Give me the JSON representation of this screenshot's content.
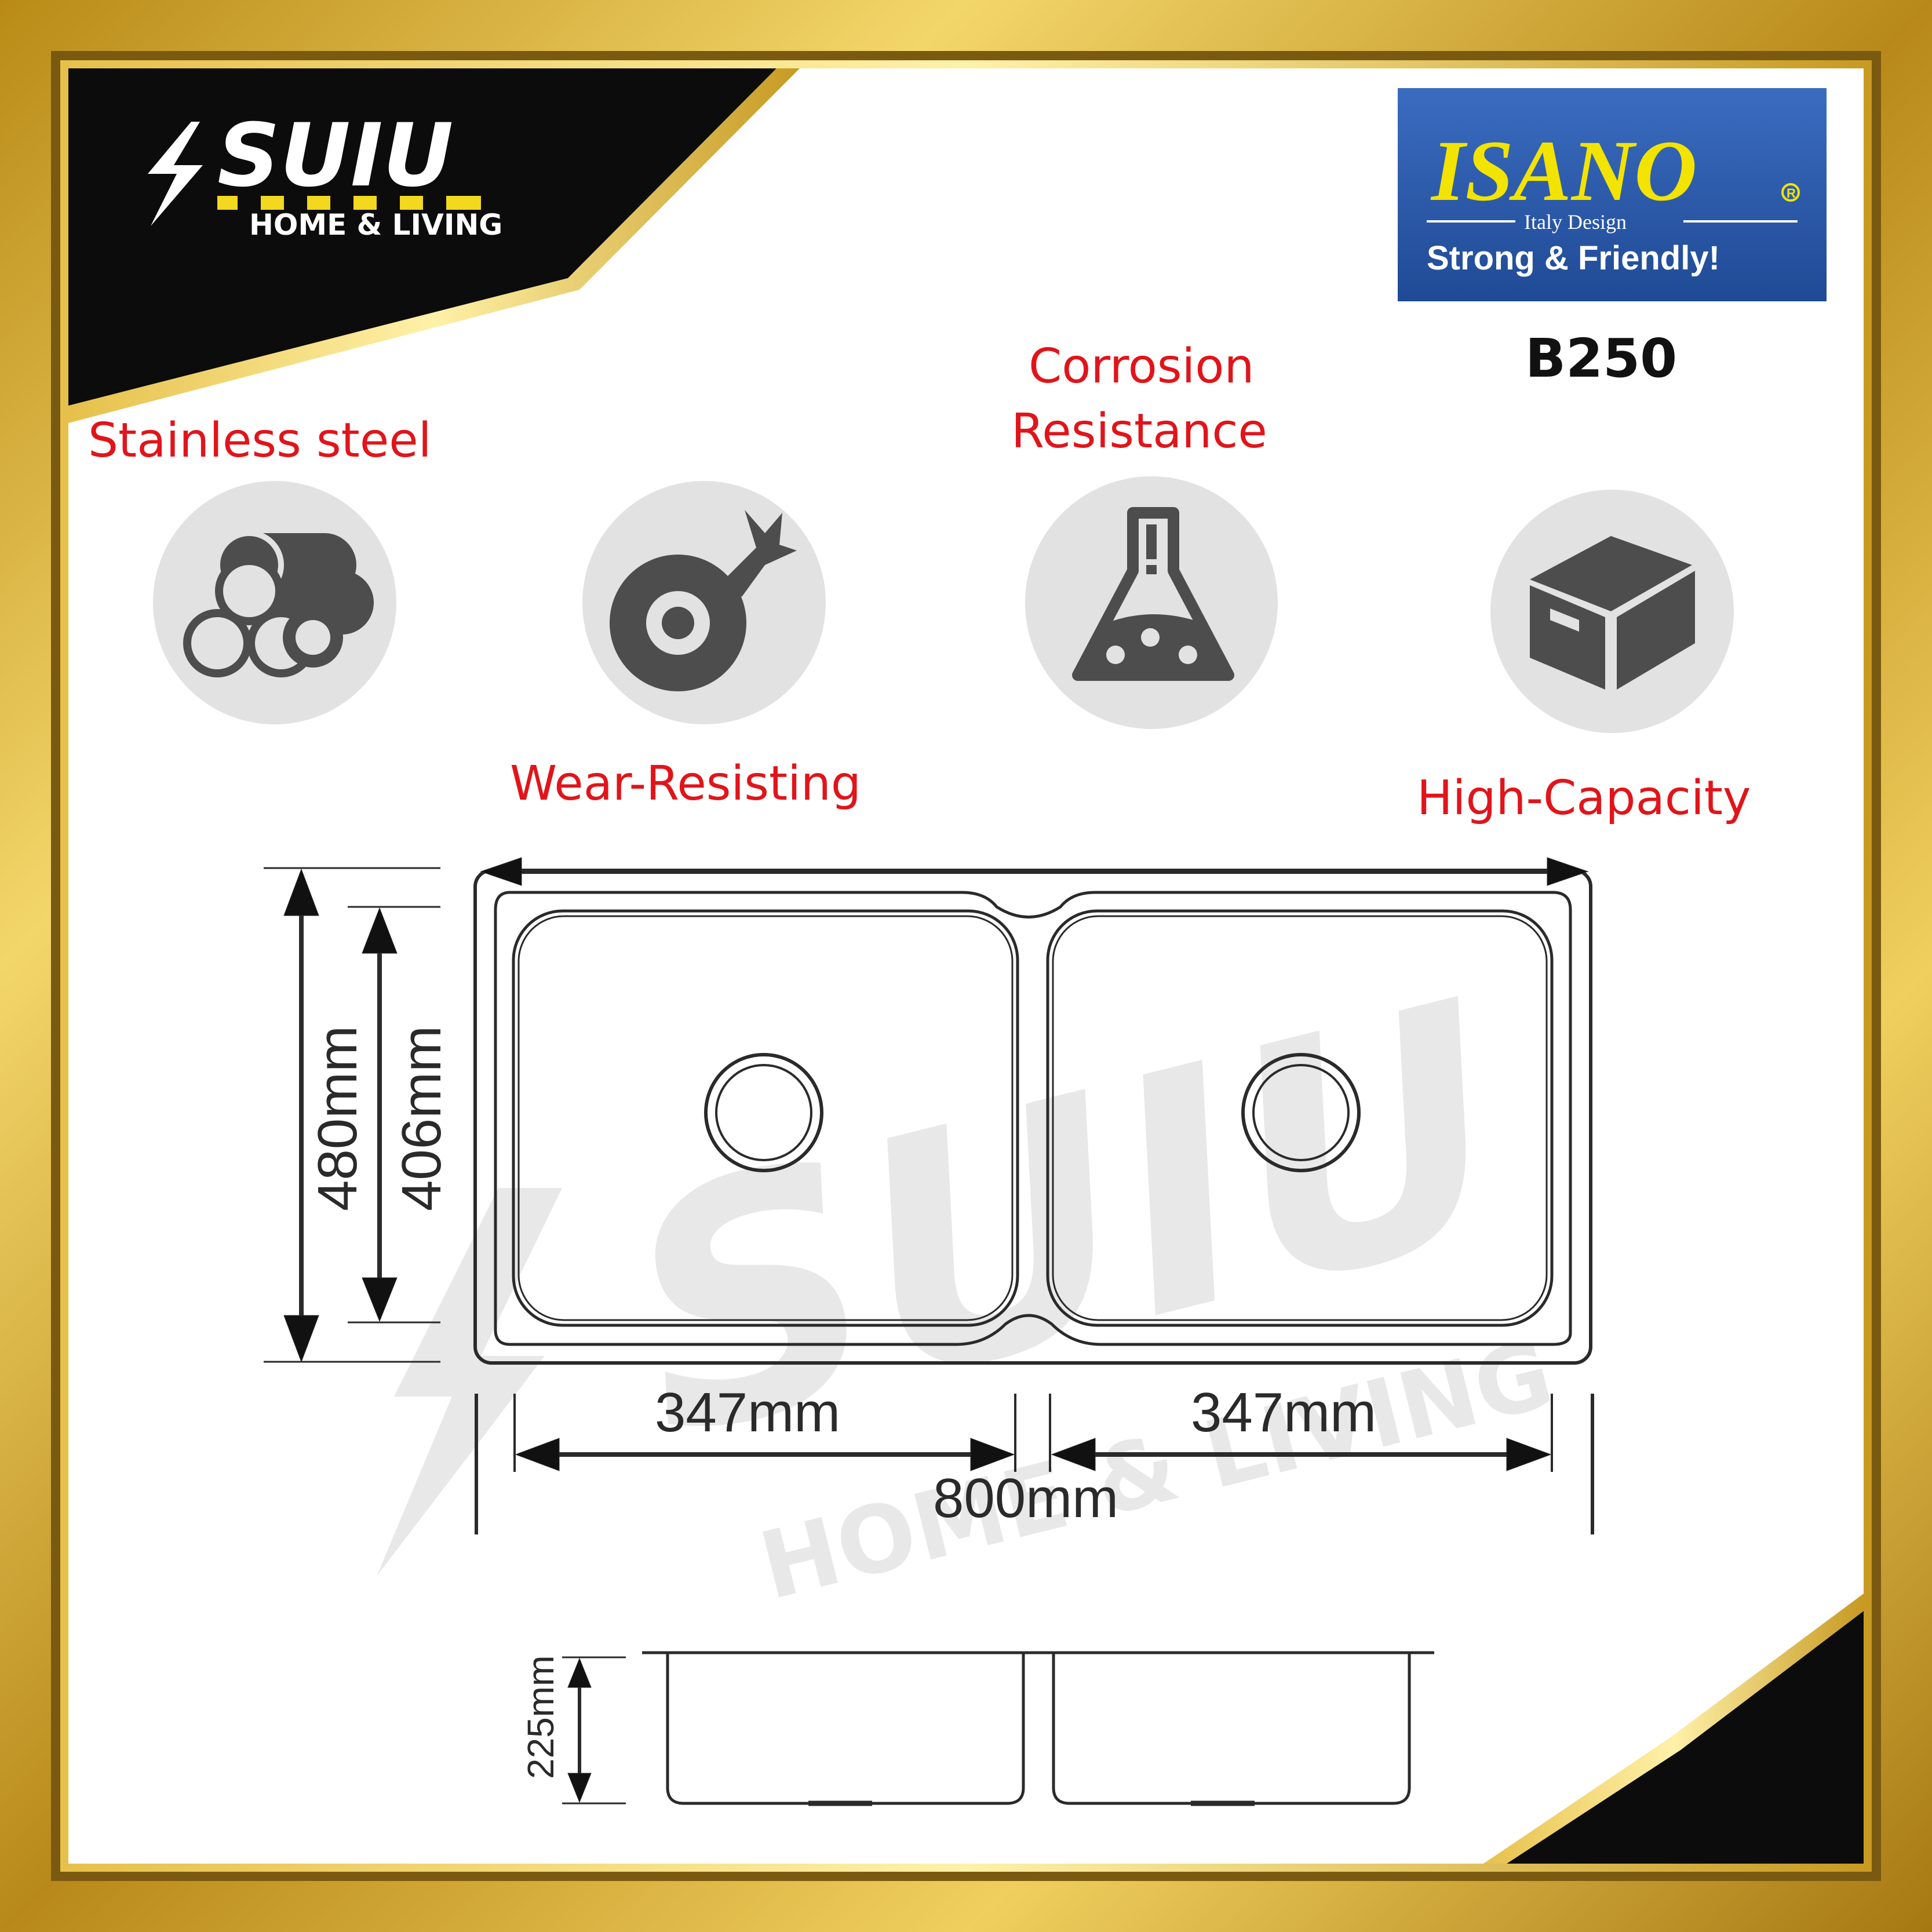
{
  "brand": {
    "name": "SUIU",
    "tagline": "HOME & LIVING"
  },
  "maker": {
    "name": "ISANO",
    "registered_mark": "R",
    "subtitle": "Italy Design",
    "slogan": "Strong & Friendly!",
    "model": "B250"
  },
  "features": [
    {
      "label": "Stainless steel",
      "icon": "steel-pipes-icon"
    },
    {
      "label": "Wear-Resisting",
      "icon": "grinding-wheel-icon"
    },
    {
      "label_line1": "Corrosion",
      "label_line2": "Resistance",
      "icon": "chemical-flask-icon"
    },
    {
      "label": "High-Capacity",
      "icon": "storage-box-icon"
    }
  ],
  "dimensions": {
    "total_width": "800mm",
    "bowl_left_width": "347mm",
    "bowl_right_width": "347mm",
    "total_depth": "480mm",
    "bowl_depth": "406mm",
    "bowl_height": "225mm"
  },
  "watermark": {
    "name": "SUIU",
    "tagline": "HOME & LIVING"
  },
  "colors": {
    "gold": "#c99a1f",
    "feature_red": "#e0151b",
    "icon_circle": "#e2e2e2",
    "icon_dark": "#4d4d4d",
    "isano_blue": "#2a55a3",
    "isano_yellow": "#f2e400"
  }
}
